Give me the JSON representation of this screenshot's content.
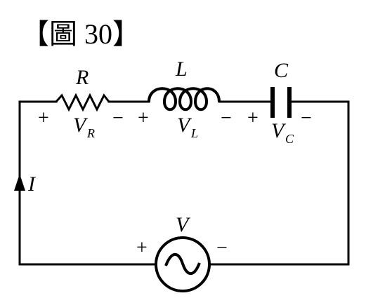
{
  "figure": {
    "title": "【圖 30】"
  },
  "components": {
    "resistor": {
      "symbol": "R",
      "voltage_main": "V",
      "voltage_sub": "R",
      "plus": "+",
      "minus": "−"
    },
    "inductor": {
      "symbol": "L",
      "voltage_main": "V",
      "voltage_sub": "L",
      "plus": "+",
      "minus": "−"
    },
    "capacitor": {
      "symbol": "C",
      "voltage_main": "V",
      "voltage_sub": "C",
      "plus": "+",
      "minus": "−"
    },
    "source": {
      "symbol": "V",
      "plus": "+",
      "minus": "−"
    }
  },
  "current": {
    "symbol": "I"
  }
}
